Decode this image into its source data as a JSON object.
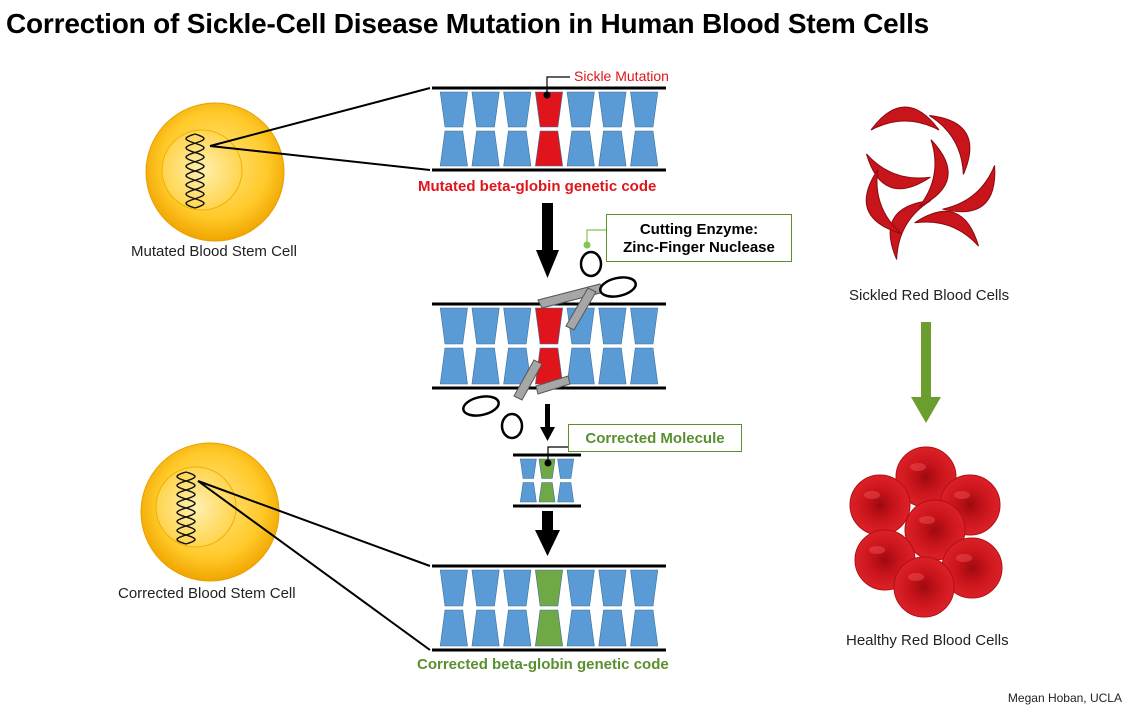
{
  "title": "Correction of Sickle-Cell Disease Mutation in Human Blood Stem Cells",
  "labels": {
    "sickle_mutation": "Sickle Mutation",
    "mutated_code": "Mutated beta-globin genetic code",
    "mutated_cell": "Mutated Blood Stem Cell",
    "enzyme_line1": "Cutting Enzyme:",
    "enzyme_line2": "Zinc-Finger Nuclease",
    "corrected_molecule": "Corrected Molecule",
    "corrected_cell": "Corrected Blood Stem Cell",
    "corrected_code": "Corrected beta-globin genetic code",
    "sickled_cells": "Sickled Red Blood Cells",
    "healthy_cells": "Healthy Red Blood Cells",
    "credit": "Megan Hoban, UCLA"
  },
  "colors": {
    "base": "#5b9bd5",
    "mutation": "#e0141b",
    "corrected": "#70a845",
    "green_text": "#5a8f2f",
    "cell_fill": "#f5b400",
    "red_cell": "#c8141b",
    "scissors": "#a6a6a6"
  }
}
